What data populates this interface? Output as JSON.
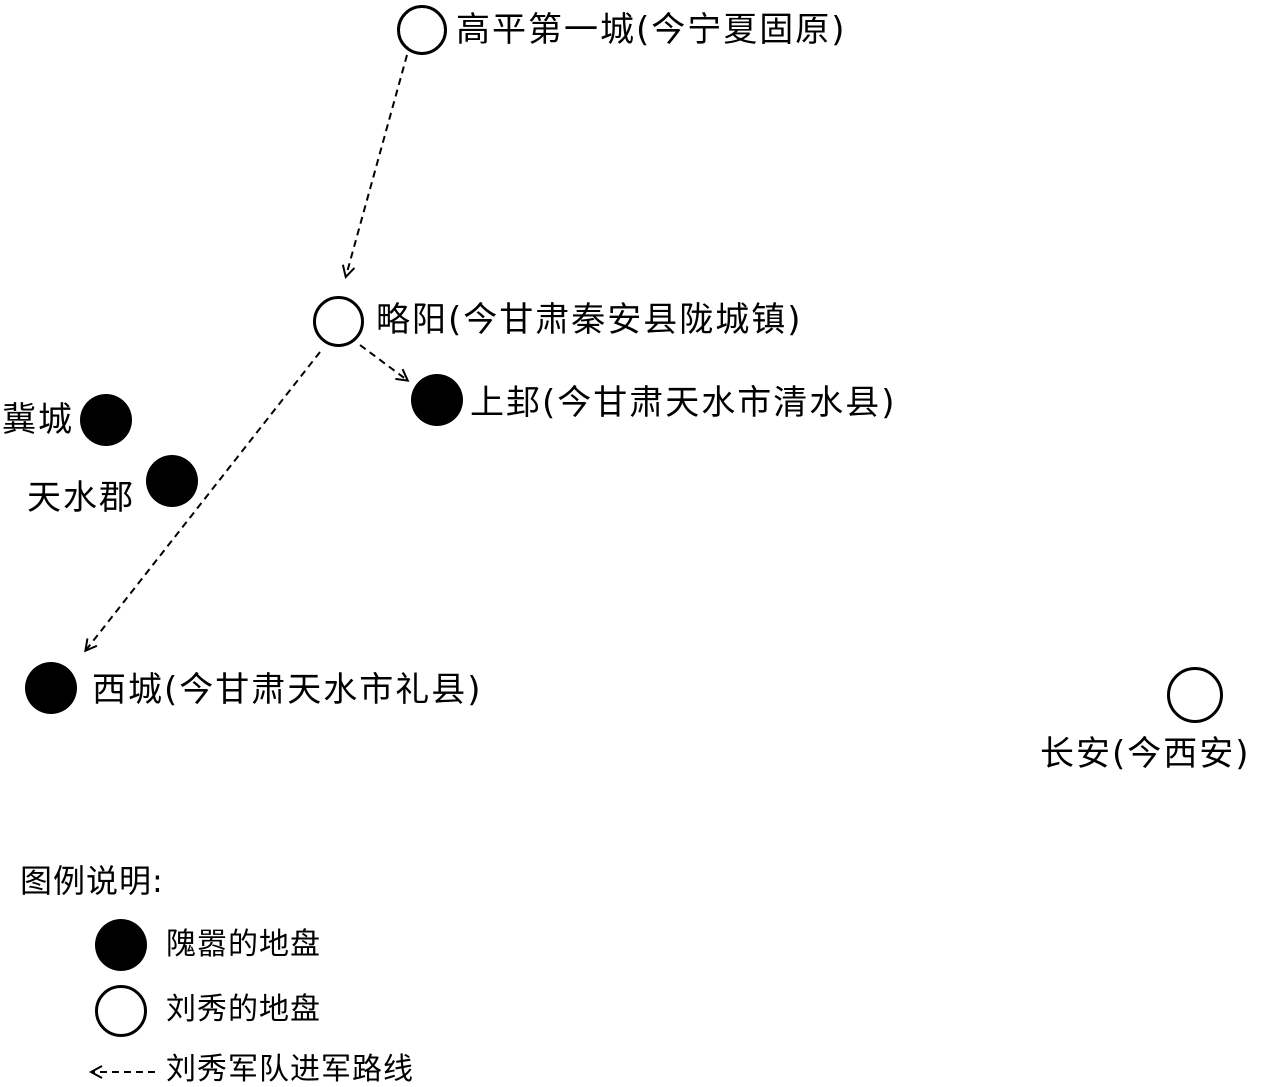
{
  "places": {
    "gaoping": {
      "label": "高平第一城(今宁夏固原)",
      "owner": "liu-xiu"
    },
    "lueyang": {
      "label": "略阳(今甘肃秦安县陇城镇)",
      "owner": "liu-xiu"
    },
    "shanggui": {
      "label": "上邽(今甘肃天水市清水县)",
      "owner": "wei-xiao"
    },
    "jicheng": {
      "label": "冀城",
      "owner": "wei-xiao"
    },
    "tianshui": {
      "label": "天水郡",
      "owner": "wei-xiao"
    },
    "xicheng": {
      "label": "西城(今甘肃天水市礼县)",
      "owner": "wei-xiao"
    },
    "changan": {
      "label": "长安(今西安)",
      "owner": "liu-xiu"
    }
  },
  "routes": [
    {
      "from": "gaoping",
      "to": "lueyang"
    },
    {
      "from": "lueyang",
      "to": "shanggui"
    },
    {
      "from": "lueyang",
      "to": "xicheng"
    }
  ],
  "legend": {
    "title": "图例说明:",
    "items": [
      {
        "symbol": "solid-dot",
        "label": "隗嚣的地盘"
      },
      {
        "symbol": "hollow-dot",
        "label": "刘秀的地盘"
      },
      {
        "symbol": "dashed-arrow",
        "label": "刘秀军队进军路线"
      }
    ]
  },
  "colors": {
    "ink": "#000000",
    "paper": "#ffffff"
  }
}
